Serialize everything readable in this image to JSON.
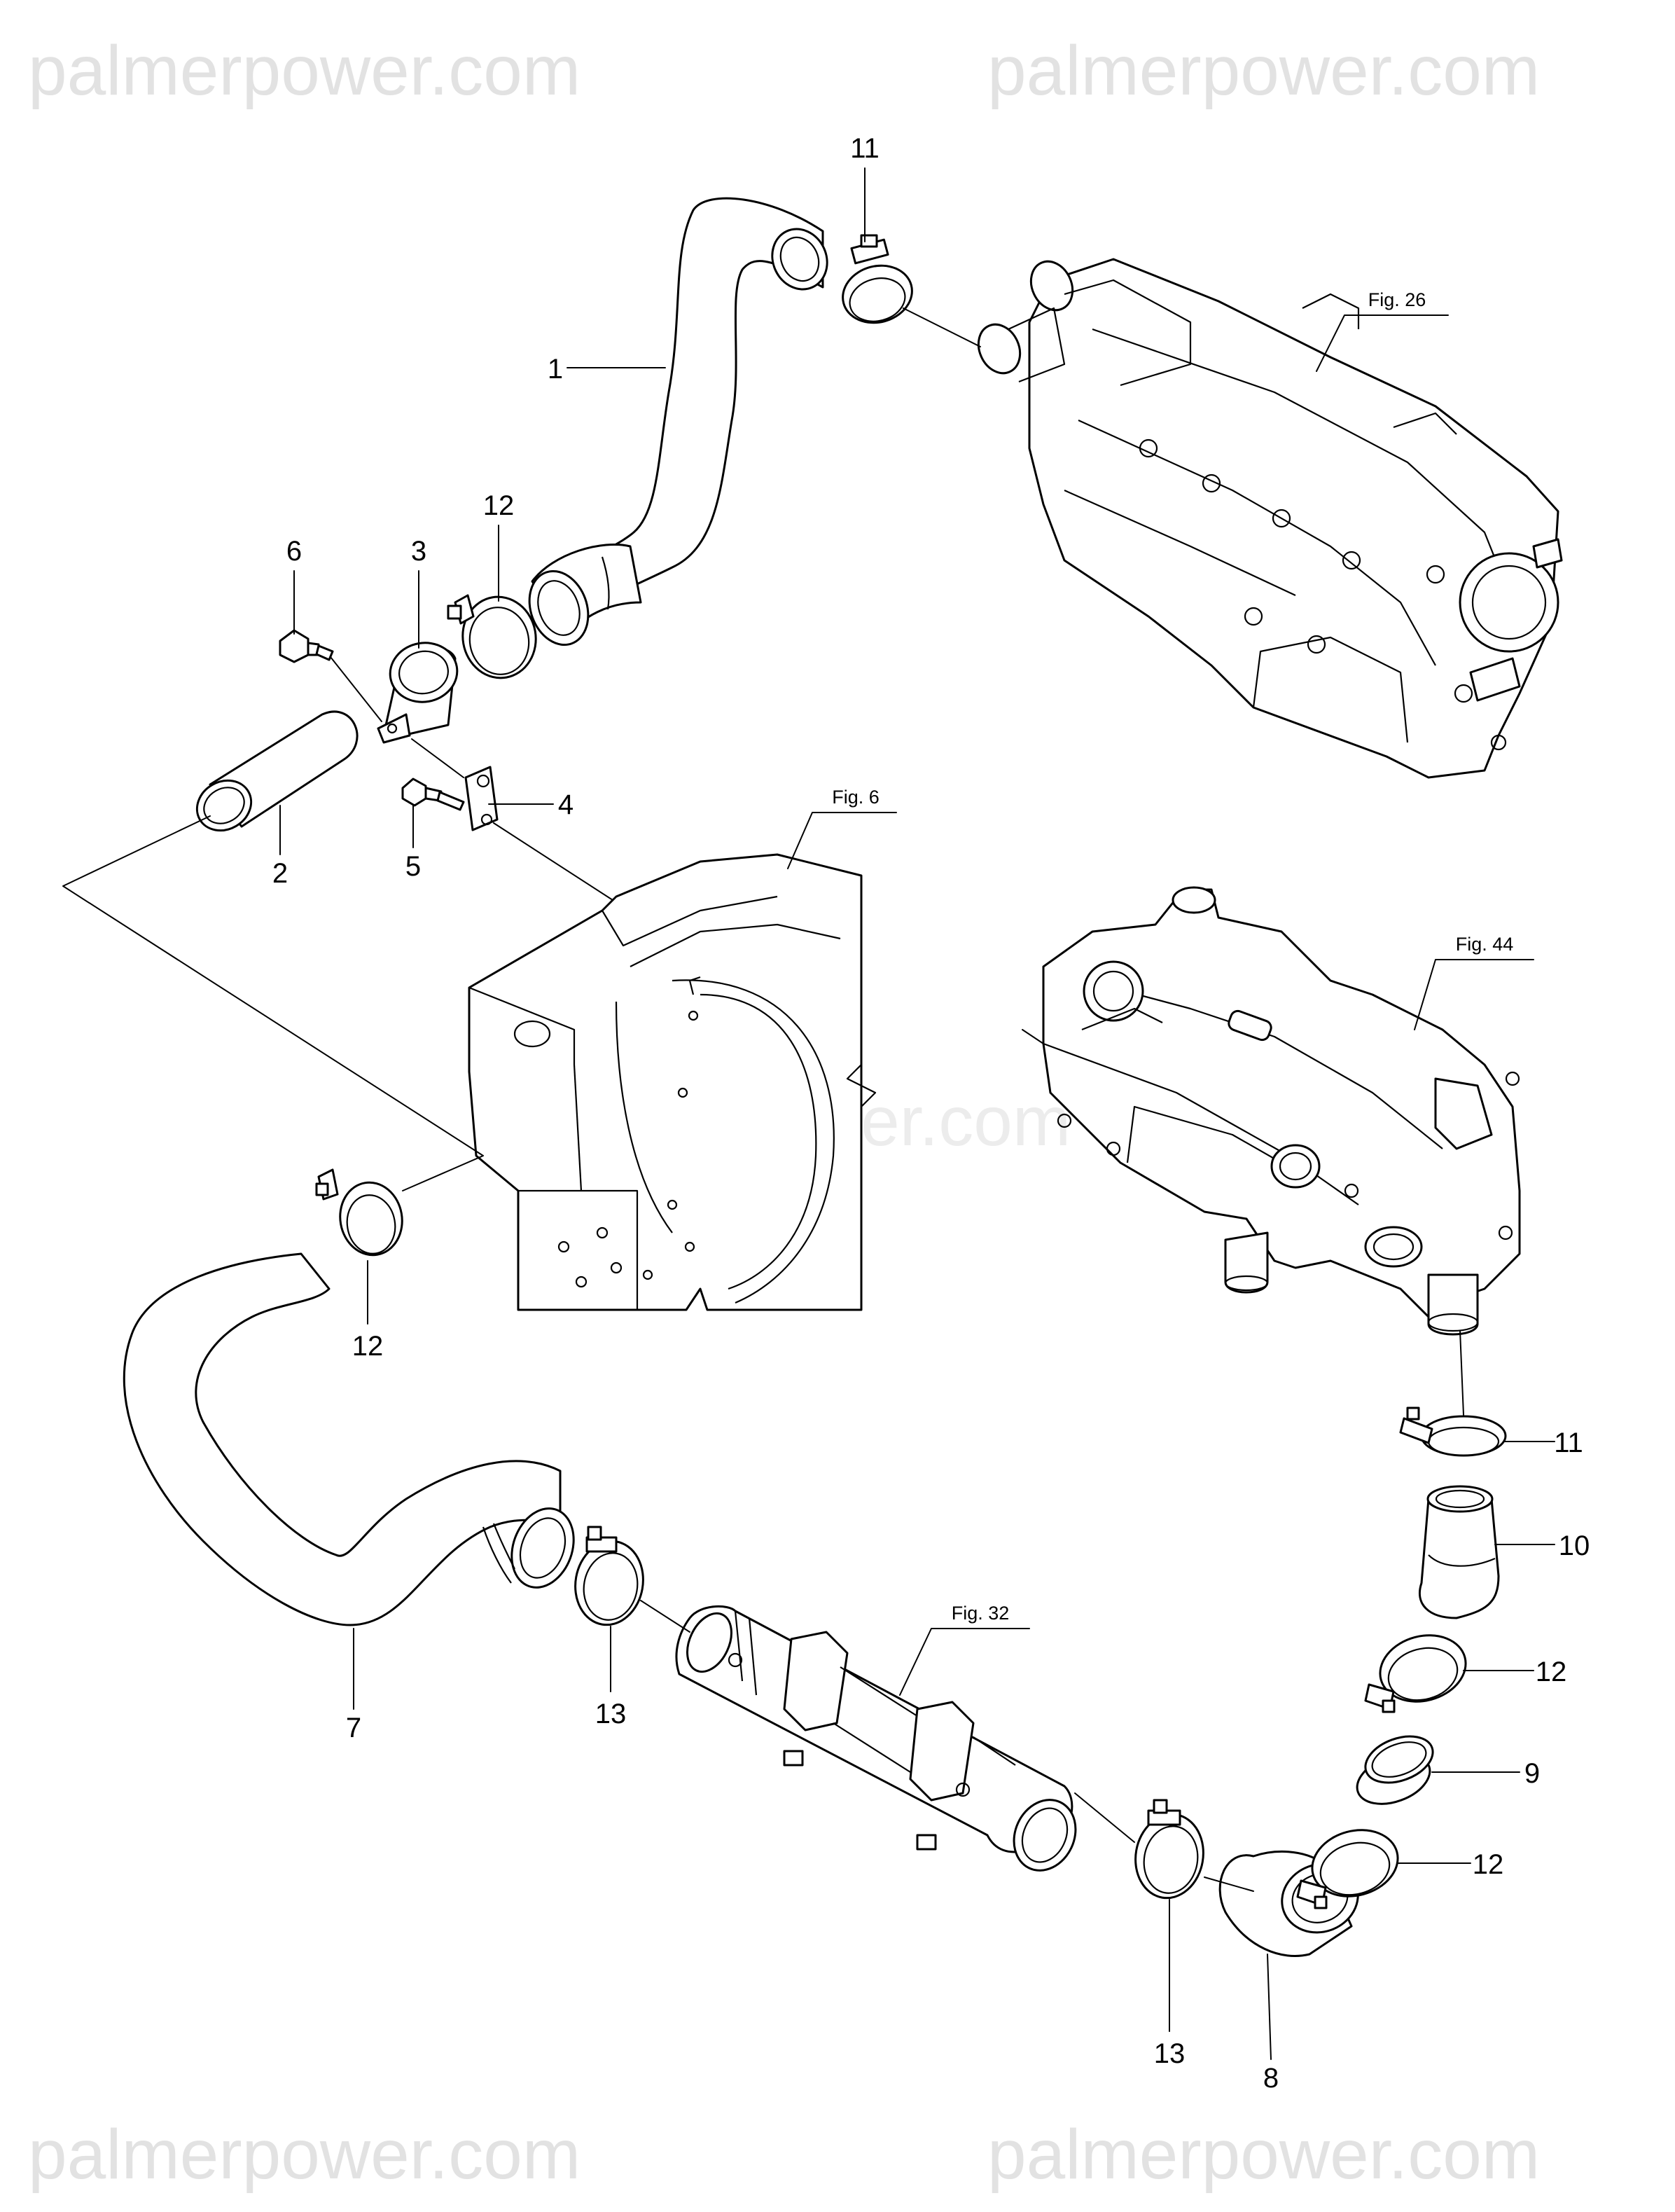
{
  "watermarks": {
    "top_left": "palmerpower.com",
    "top_right": "palmerpower.com",
    "middle": "palmerpower.com",
    "bottom_left": "palmerpower.com",
    "bottom_right": "palmerpower.com"
  },
  "callouts": {
    "c1": "1",
    "c2": "2",
    "c3": "3",
    "c4": "4",
    "c5": "5",
    "c6": "6",
    "c7": "7",
    "c8": "8",
    "c9": "9",
    "c10": "10",
    "c11_top": "11",
    "c11_right": "11",
    "c12_upper": "12",
    "c12_mid": "12",
    "c12_right_a": "12",
    "c12_right_b": "12",
    "c13_left": "13",
    "c13_right": "13"
  },
  "figure_refs": {
    "fig26": "Fig. 26",
    "fig6": "Fig. 6",
    "fig44": "Fig. 44",
    "fig32": "Fig. 32"
  }
}
